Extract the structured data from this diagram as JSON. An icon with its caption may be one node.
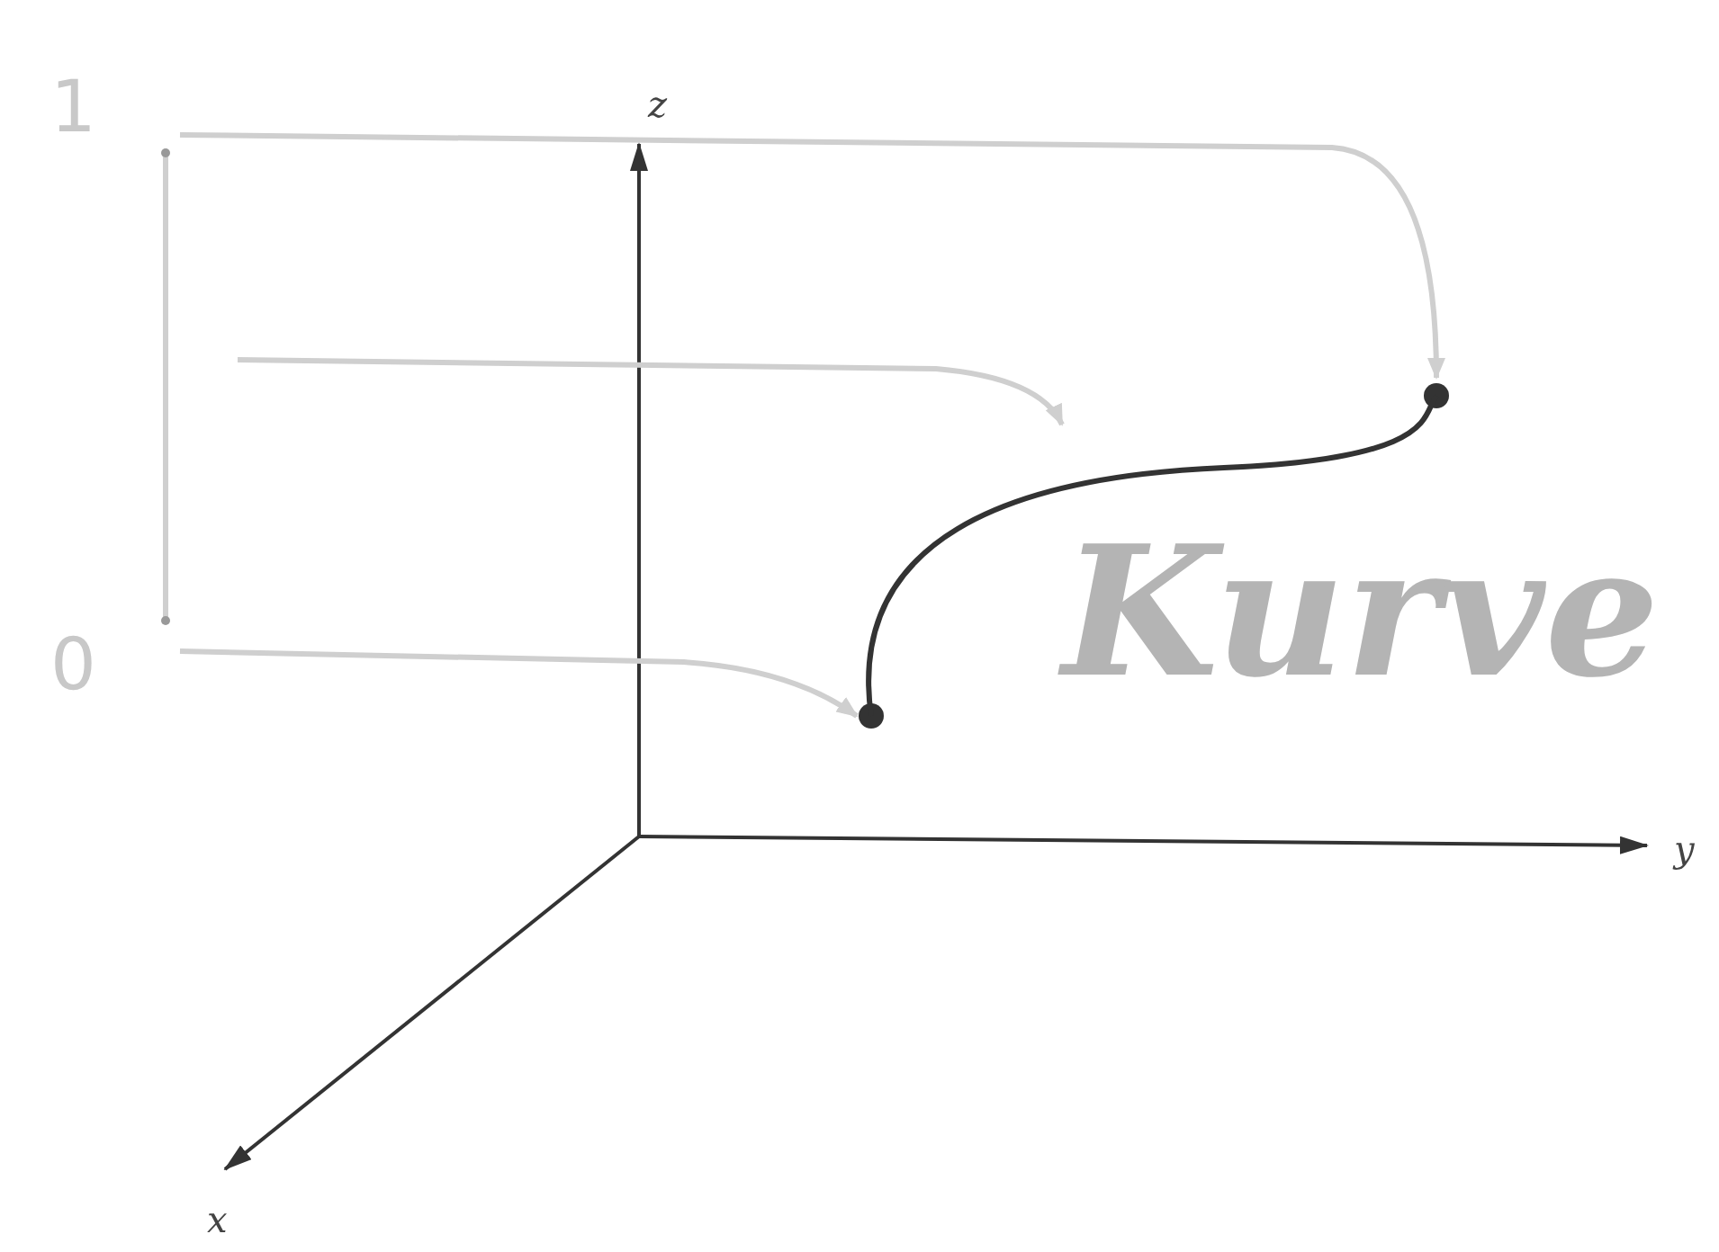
{
  "diagram": {
    "nodes": [
      {
        "text": [
          "1"
        ]
      },
      {
        "text": [
          "0"
        ]
      },
      {
        "text": [],
        "shape": "circle"
      },
      {
        "text": [],
        "shape": "circle"
      },
      {
        "text": [
          "Kurve"
        ]
      }
    ],
    "edges": [
      {
        "from": 0,
        "to": 2,
        "arrow": "to"
      },
      {
        "from": null,
        "to": 4,
        "arrow": "to"
      },
      {
        "from": 1,
        "to": 3,
        "arrow": "to"
      },
      {
        "from": 0,
        "to": 1,
        "arrow": "other"
      }
    ],
    "labels": [
      "z",
      "y",
      "x"
    ]
  }
}
